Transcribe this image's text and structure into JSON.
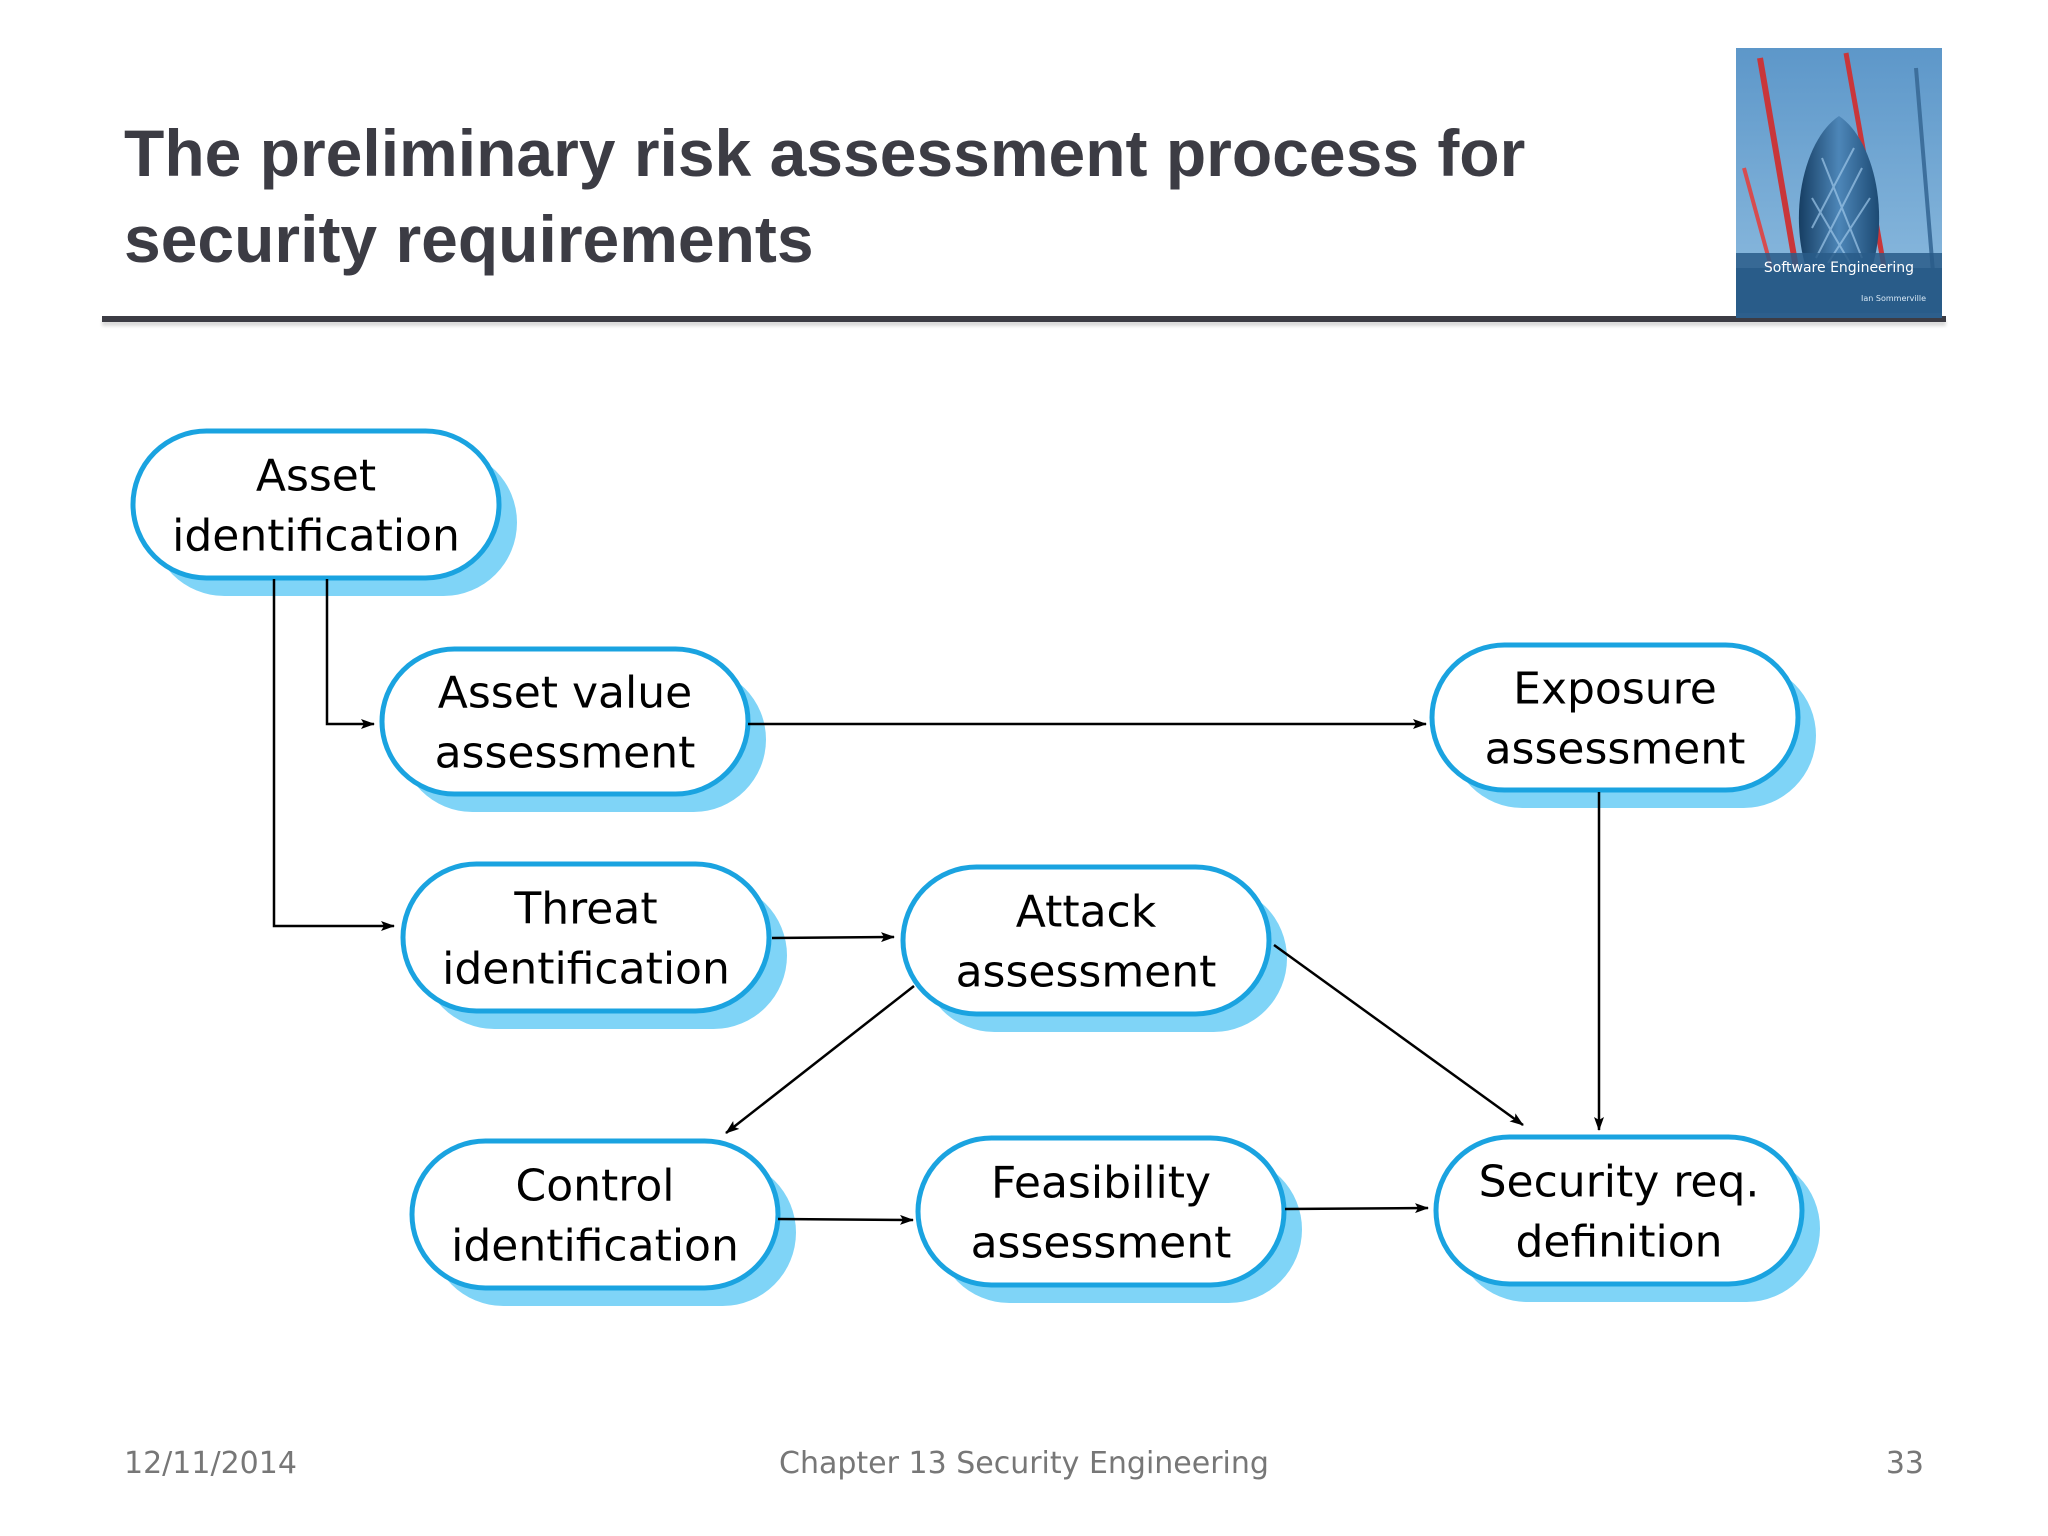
{
  "slide": {
    "title_lines": [
      "The preliminary risk assessment process for",
      "security requirements"
    ],
    "footer": {
      "date": "12/11/2014",
      "chapter": "Chapter 13 Security Engineering",
      "page": "33"
    },
    "book_cover": {
      "title": "Software Engineering",
      "author": "Ian Sommerville"
    }
  },
  "diagram": {
    "colors": {
      "stroke": "#1aa3e0",
      "shadow": "#7fd4f7",
      "fill": "#ffffff",
      "arrow": "#000000",
      "text": "#000000"
    },
    "nodes": {
      "asset_identification": [
        "Asset",
        "identification"
      ],
      "asset_value_assessment": [
        "Asset value",
        "assessment"
      ],
      "exposure_assessment": [
        "Exposure",
        "assessment"
      ],
      "threat_identification": [
        "Threat",
        "identification"
      ],
      "attack_assessment": [
        "Attack",
        "assessment"
      ],
      "control_identification": [
        "Control",
        "identification"
      ],
      "feasibility_assessment": [
        "Feasibility",
        "assessment"
      ],
      "security_req_definition": [
        "Security req.",
        "definition"
      ]
    },
    "edges": [
      [
        "asset_identification",
        "asset_value_assessment"
      ],
      [
        "asset_identification",
        "threat_identification"
      ],
      [
        "asset_value_assessment",
        "exposure_assessment"
      ],
      [
        "threat_identification",
        "attack_assessment"
      ],
      [
        "attack_assessment",
        "control_identification"
      ],
      [
        "attack_assessment",
        "security_req_definition"
      ],
      [
        "exposure_assessment",
        "security_req_definition"
      ],
      [
        "control_identification",
        "feasibility_assessment"
      ],
      [
        "feasibility_assessment",
        "security_req_definition"
      ]
    ]
  }
}
